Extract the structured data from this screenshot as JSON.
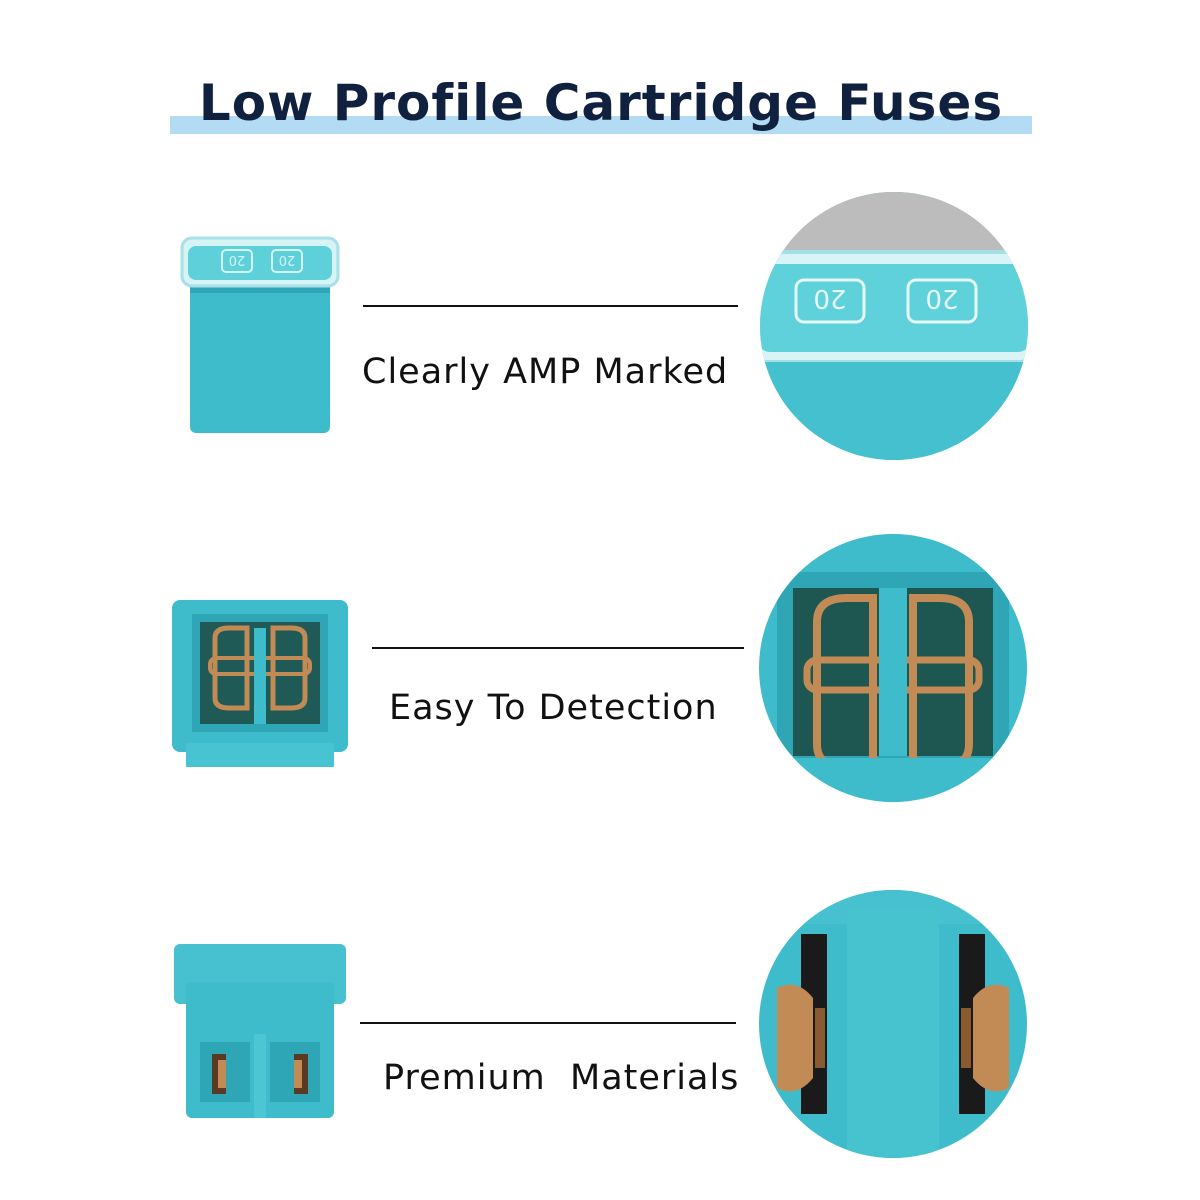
{
  "title": "Low Profile Cartridge Fuses",
  "features": [
    {
      "label": "Clearly AMP Marked",
      "amp_marking": "20"
    },
    {
      "label": "Easy To Detection"
    },
    {
      "label": "Premium  Materials"
    }
  ],
  "colors": {
    "title": "#10203f",
    "title_underline": "#b3dcf4",
    "fuse_body": "#3fbccb",
    "fuse_shadow": "#2ea6b6",
    "terminal": "#c28a55",
    "cavity": "#1d4a47"
  }
}
